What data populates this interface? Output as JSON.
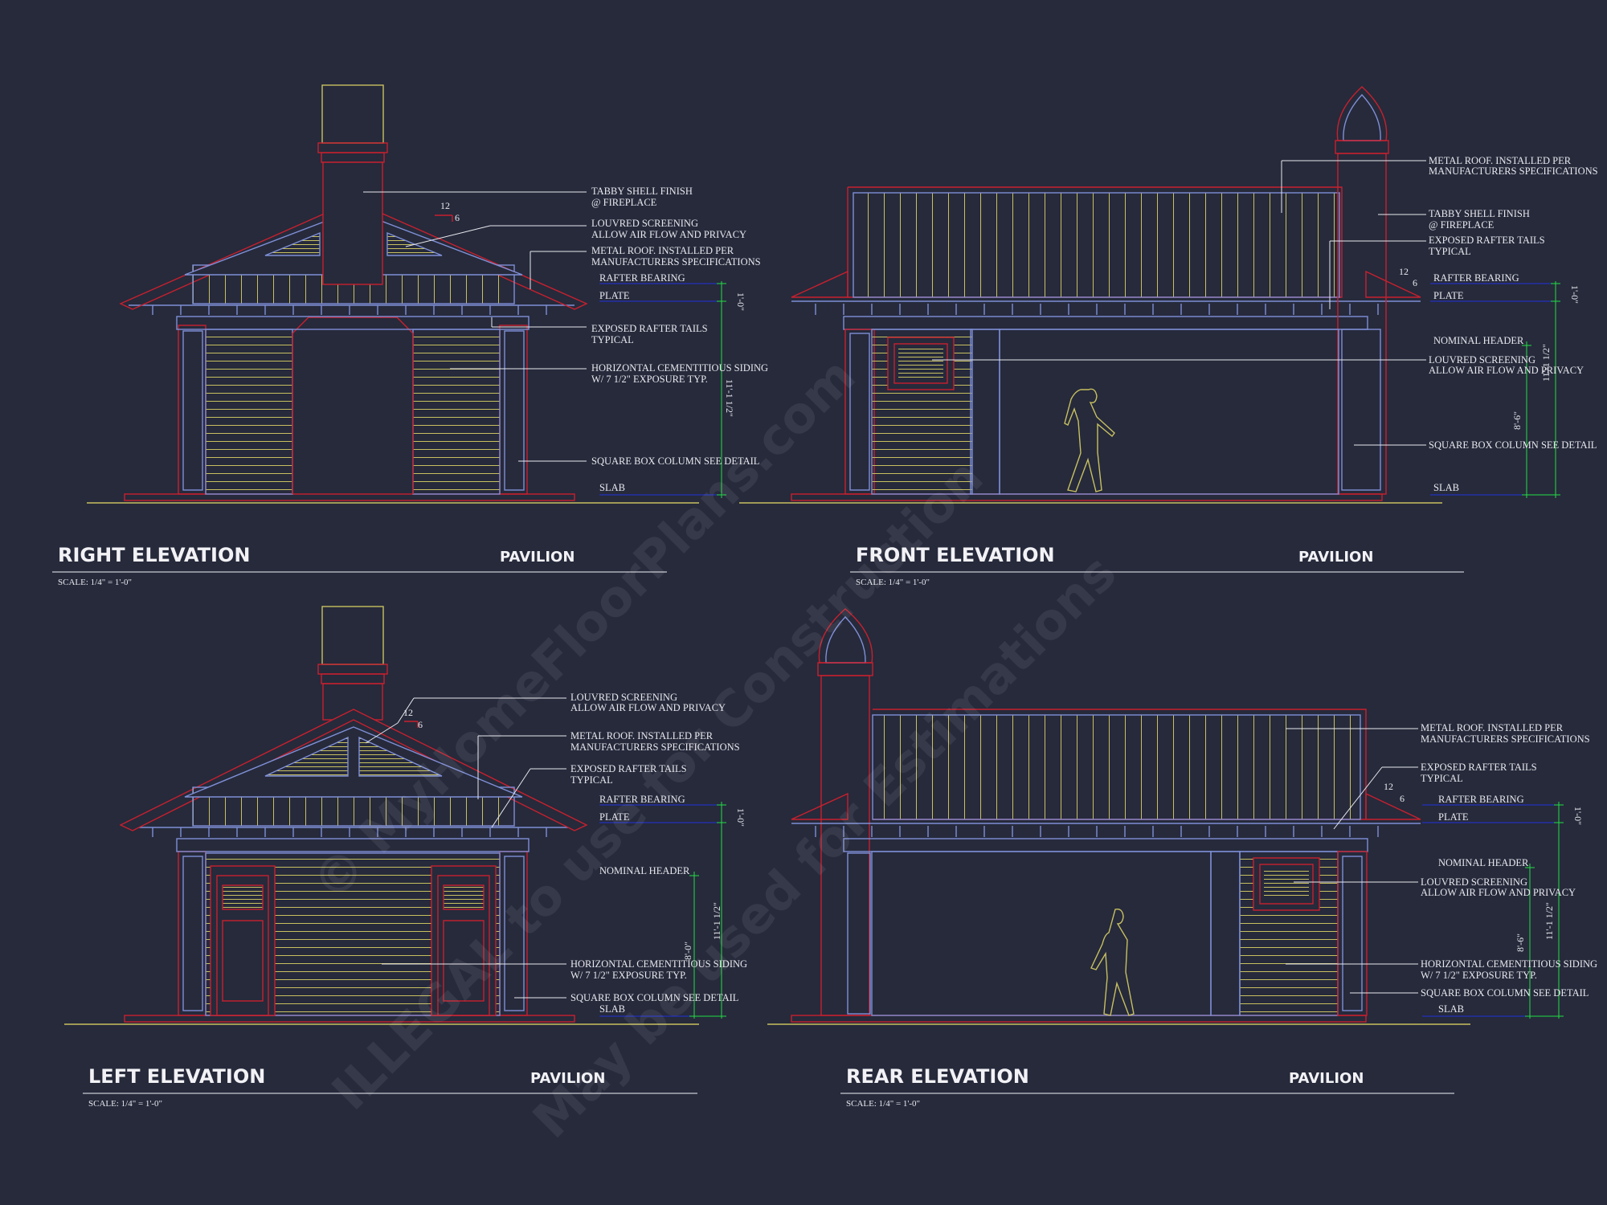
{
  "colors": {
    "background": "#262a3b",
    "red": "#c8202e",
    "blue": "#7f8fd6",
    "yellow": "#c8c060",
    "green": "#22dd44",
    "leader": "#e8e8ee"
  },
  "right": {
    "title": "RIGHT ELEVATION",
    "subtitle": "PAVILION",
    "scale": "SCALE: 1/4\" = 1'-0\"",
    "notes": [
      "TABBY SHELL FINISH",
      "@ FIREPLACE",
      "LOUVRED SCREENING",
      "ALLOW AIR FLOW AND PRIVACY",
      "METAL ROOF.  INSTALLED PER",
      "MANUFACTURERS SPECIFICATIONS",
      "RAFTER BEARING",
      "PLATE",
      "EXPOSED RAFTER TAILS",
      "TYPICAL",
      "HORIZONTAL CEMENTITIOUS SIDING",
      "W/ 7 1/2\" EXPOSURE TYP.",
      "SQUARE BOX COLUMN SEE DETAIL",
      "SLAB"
    ],
    "pitch": [
      "12",
      "6"
    ],
    "dims": [
      "1'-0\"",
      "11'-1 1/2\""
    ]
  },
  "front": {
    "title": "FRONT ELEVATION",
    "subtitle": "PAVILION",
    "scale": "SCALE: 1/4\" = 1'-0\"",
    "notes": [
      "METAL ROOF.  INSTALLED PER",
      "MANUFACTURERS SPECIFICATIONS",
      "TABBY SHELL FINISH",
      "@ FIREPLACE",
      "EXPOSED RAFTER TAILS",
      "TYPICAL",
      "RAFTER BEARING",
      "PLATE",
      "NOMINAL HEADER",
      "LOUVRED SCREENING",
      "ALLOW AIR FLOW AND PRIVACY",
      "SQUARE BOX COLUMN SEE DETAIL",
      "SLAB"
    ],
    "pitch": [
      "12",
      "6"
    ],
    "dims": [
      "1'-0\"",
      "11'-1 1/2\"",
      "8'-6\""
    ]
  },
  "left": {
    "title": "LEFT ELEVATION",
    "subtitle": "PAVILION",
    "scale": "SCALE: 1/4\" = 1'-0\"",
    "notes": [
      "LOUVRED SCREENING",
      "ALLOW AIR FLOW AND PRIVACY",
      "METAL ROOF.  INSTALLED PER",
      "MANUFACTURERS SPECIFICATIONS",
      "EXPOSED RAFTER TAILS",
      "TYPICAL",
      "RAFTER BEARING",
      "PLATE",
      "NOMINAL HEADER",
      "HORIZONTAL CEMENTITIOUS SIDING",
      "W/ 7 1/2\" EXPOSURE TYP.",
      "SQUARE BOX COLUMN SEE DETAIL",
      "SLAB"
    ],
    "pitch": [
      "12",
      "6"
    ],
    "dims": [
      "1'-0\"",
      "11'-1 1/2\"",
      "8'-0\""
    ]
  },
  "rear": {
    "title": "REAR ELEVATION",
    "subtitle": "PAVILION",
    "scale": "SCALE: 1/4\" = 1'-0\"",
    "notes": [
      "METAL ROOF.  INSTALLED PER",
      "MANUFACTURERS SPECIFICATIONS",
      "EXPOSED RAFTER TAILS",
      "TYPICAL",
      "RAFTER BEARING",
      "PLATE",
      "NOMINAL HEADER",
      "LOUVRED SCREENING",
      "ALLOW AIR FLOW AND PRIVACY",
      "HORIZONTAL CEMENTITIOUS SIDING",
      "W/ 7 1/2\" EXPOSURE TYP.",
      "SQUARE BOX COLUMN SEE DETAIL",
      "SLAB"
    ],
    "pitch": [
      "12",
      "6"
    ],
    "dims": [
      "1'-0\"",
      "11'-1 1/2\"",
      "8'-6\""
    ]
  },
  "watermark": [
    "© MyHomeFloorPlans.com",
    "ILLEGAL to use for Construction",
    "May be used for Estimations"
  ]
}
